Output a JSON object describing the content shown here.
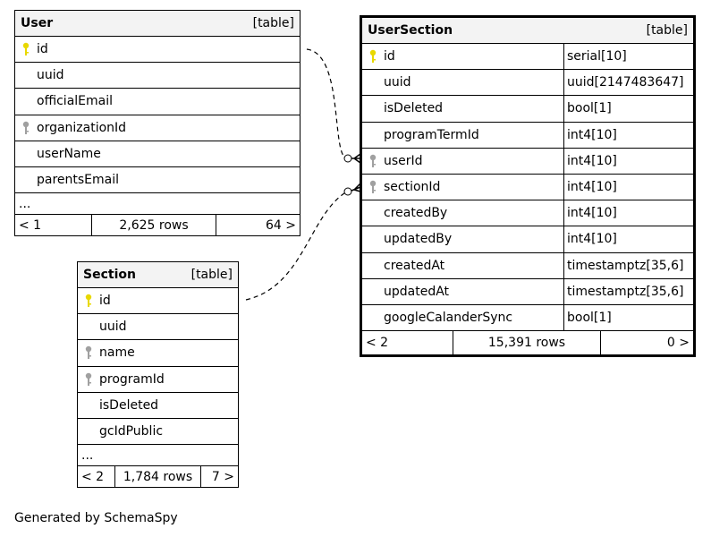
{
  "tables": {
    "user": {
      "name": "User",
      "kind": "[table]",
      "columns": [
        {
          "name": "id",
          "key": "primary"
        },
        {
          "name": "uuid",
          "key": ""
        },
        {
          "name": "officialEmail",
          "key": ""
        },
        {
          "name": "organizationId",
          "key": "foreign"
        },
        {
          "name": "userName",
          "key": ""
        },
        {
          "name": "parentsEmail",
          "key": ""
        }
      ],
      "more": "...",
      "footer": {
        "parents": "< 1",
        "rows": "2,625 rows",
        "children": "64 >"
      }
    },
    "section": {
      "name": "Section",
      "kind": "[table]",
      "columns": [
        {
          "name": "id",
          "key": "primary"
        },
        {
          "name": "uuid",
          "key": ""
        },
        {
          "name": "name",
          "key": "foreign"
        },
        {
          "name": "programId",
          "key": "foreign"
        },
        {
          "name": "isDeleted",
          "key": ""
        },
        {
          "name": "gcIdPublic",
          "key": ""
        }
      ],
      "more": "...",
      "footer": {
        "parents": "< 2",
        "rows": "1,784 rows",
        "children": "7 >"
      }
    },
    "usersection": {
      "name": "UserSection",
      "kind": "[table]",
      "columns": [
        {
          "name": "id",
          "type": "serial[10]",
          "key": "primary"
        },
        {
          "name": "uuid",
          "type": "uuid[2147483647]",
          "key": ""
        },
        {
          "name": "isDeleted",
          "type": "bool[1]",
          "key": ""
        },
        {
          "name": "programTermId",
          "type": "int4[10]",
          "key": ""
        },
        {
          "name": "userId",
          "type": "int4[10]",
          "key": "foreign"
        },
        {
          "name": "sectionId",
          "type": "int4[10]",
          "key": "foreign"
        },
        {
          "name": "createdBy",
          "type": "int4[10]",
          "key": ""
        },
        {
          "name": "updatedBy",
          "type": "int4[10]",
          "key": ""
        },
        {
          "name": "createdAt",
          "type": "timestamptz[35,6]",
          "key": ""
        },
        {
          "name": "updatedAt",
          "type": "timestamptz[35,6]",
          "key": ""
        },
        {
          "name": "googleCalanderSync",
          "type": "bool[1]",
          "key": ""
        }
      ],
      "footer": {
        "parents": "< 2",
        "rows": "15,391 rows",
        "children": "0 >"
      }
    }
  },
  "colors": {
    "primary_key": "#e8d800",
    "foreign_key": "#a0a0a0",
    "header_bg": "#f3f3f3"
  },
  "footer_text": "Generated by SchemaSpy"
}
